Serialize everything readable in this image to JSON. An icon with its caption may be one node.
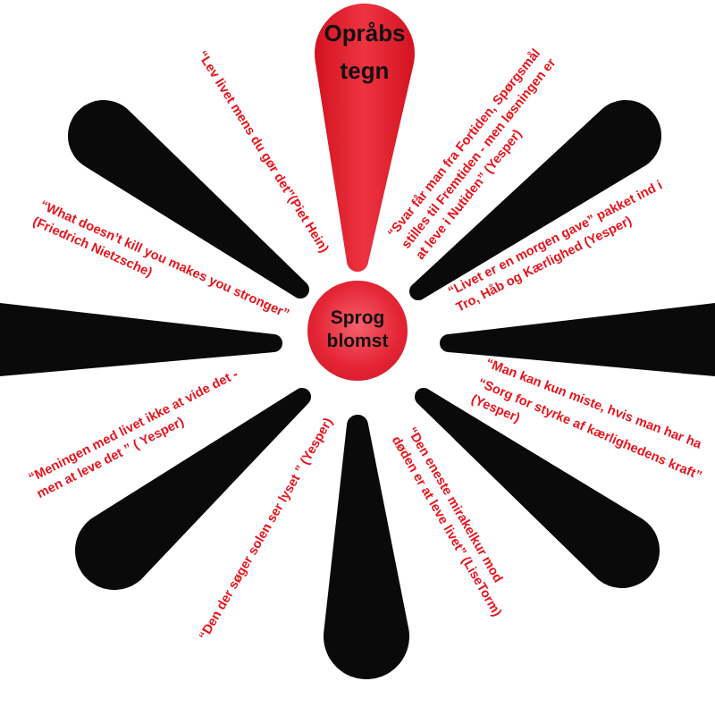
{
  "diagram": {
    "nodes": [
      {
        "text": [
          "Opråbs tegn"
        ]
      },
      {
        "text": [
          "Sprog blomst"
        ]
      },
      {
        "text": [],
        "shape": "petal"
      },
      {
        "text": [],
        "shape": "petal"
      },
      {
        "text": [],
        "shape": "petal"
      },
      {
        "text": [],
        "shape": "petal"
      },
      {
        "text": [],
        "shape": "petal"
      },
      {
        "text": [],
        "shape": "petal"
      },
      {
        "text": [],
        "shape": "petal"
      }
    ],
    "labels": [
      "“Lev livet mens du gør det”(Piet Hein)",
      "“Svar får man fra Fortiden, Spørgsmål stilles til Fremtiden - men løsningen er at leve i Nutiden” (Yesper)",
      "“What doesn’t kill you makes you stronger” (Friedrich Nietzsche)",
      "“Livet er en morgen gave” pakket ind i Tro, Håb og Kærlighed (Yesper)",
      "“Man kan kun miste, hvis man har ha",
      "“Sorg for styrke af kærlighedens kraft” (Yesper)",
      "“Meningen med livet ikke at vide det - men at leve det ” ( Yesper)",
      "“Den eneste mirakelkur mod døden er at leve livet” (LiseTorm)",
      "“Den der søger solen ser lyset ” (Yesper)"
    ]
  }
}
